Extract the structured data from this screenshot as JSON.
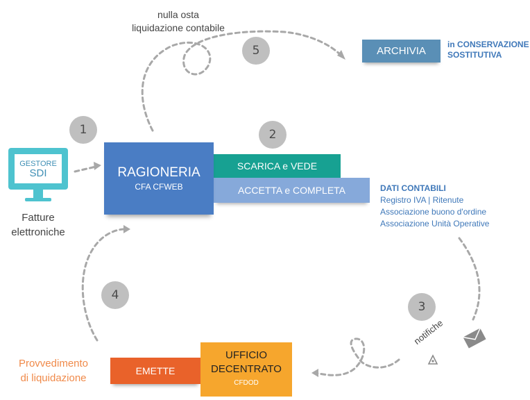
{
  "top_label": [
    "nulla osta",
    "liquidazione contabile"
  ],
  "steps": [
    "1",
    "2",
    "3",
    "4",
    "5"
  ],
  "archivia": {
    "label": "ARCHIVIA",
    "note": [
      "in CONSERVAZIONE",
      "SOSTITUTIVA"
    ]
  },
  "gestore": {
    "line1": "GESTORE",
    "line2": "SDI",
    "caption": [
      "Fatture",
      "elettroniche"
    ]
  },
  "ragioneria": {
    "title": "RAGIONERIA",
    "subtitle": "CFA CFWEB"
  },
  "scarica": "SCARICA e VEDE",
  "accetta": "ACCETTA e COMPLETA",
  "dati": {
    "title": "DATI CONTABILI",
    "lines": [
      "Registro IVA | Ritenute",
      "Associazione buono d'ordine",
      "Associazione Unità Operative"
    ]
  },
  "notifiche": "notifiche",
  "ufficio": {
    "line1": "UFFICIO",
    "line2": "DECENTRATO",
    "sub": "CFDOD"
  },
  "emette": "EMETTE",
  "provvedimento": [
    "Provvedimento",
    "di liquidazione"
  ],
  "colors": {
    "ragioneria": "#4a7dc4",
    "scarica": "#17a192",
    "accetta": "#86a9da",
    "archivia": "#5a8fb6",
    "ufficio": "#f6a62d",
    "emette": "#e9622a",
    "provvedimento": "#f08a4a",
    "gestore": "#4ec3cf",
    "dashed": "#aaaaaa"
  }
}
